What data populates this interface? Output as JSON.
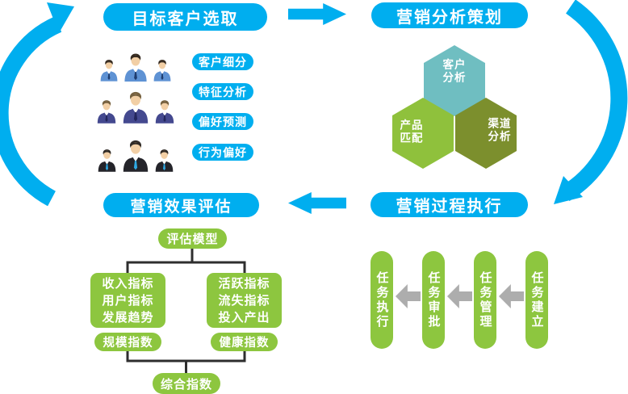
{
  "palette": {
    "cyan": "#00AEEF",
    "green": "#8DC63F",
    "olive": "#7C8F2D",
    "teal": "#6FBEC1",
    "gray_arrow": "#ADADAD",
    "connector_line": "#2E2E2E"
  },
  "icons": {
    "cycle_left": "circular-arrow-up",
    "cycle_right": "circular-arrow-down",
    "flow_top": "block-right-arrow",
    "flow_bottom": "block-left-arrow",
    "stage_flow": "gray-left-arrow",
    "groups": [
      "business-people-blue",
      "business-people-navy",
      "business-people-black"
    ]
  },
  "top_left": {
    "title": "目标客户选取",
    "labels": [
      "客户细分",
      "特征分析",
      "偏好预测",
      "行为偏好"
    ]
  },
  "top_right": {
    "title": "营销分析策划",
    "hexagons": [
      {
        "label": "客户分析",
        "color": "#6FBEC1"
      },
      {
        "label": "产品匹配",
        "color": "#8FC13C"
      },
      {
        "label": "渠道分析",
        "color": "#7C8F2D"
      }
    ]
  },
  "bottom_right": {
    "title": "营销过程执行",
    "stages": [
      "任务执行",
      "任务审批",
      "任务管理",
      "任务建立"
    ]
  },
  "bottom_left": {
    "title": "营销效果评估",
    "model": "评估模型",
    "left_box_lines": [
      "收入指标",
      "用户指标",
      "发展趋势"
    ],
    "right_box_lines": [
      "活跃指标",
      "流失指标",
      "投入产出"
    ],
    "left_index": "规模指数",
    "right_index": "健康指数",
    "final_index": "综合指数"
  }
}
